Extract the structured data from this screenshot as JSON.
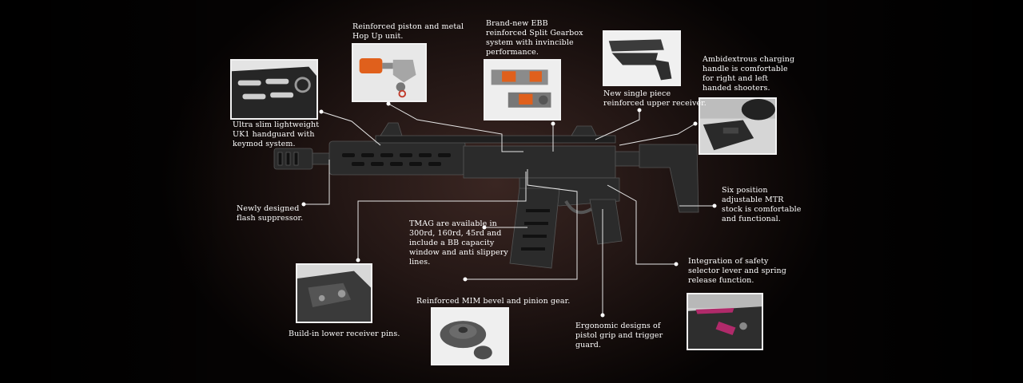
{
  "callouts": {
    "piston": "Reinforced piston and metal\nHop Up unit.",
    "gearbox": "Brand-new EBB\nreinforced Split Gearbox\nsystem with invincible\nperformance.",
    "upper_receiver": "New single piece\nreinforced upper receiver.",
    "charging_handle": "Ambidextrous charging\nhandle is comfortable\nfor right and left\nhanded shooters.",
    "handguard": "Ultra slim lightweight\nUK1 handguard with\nkeymod system.",
    "flash_suppressor": "Newly designed\nflash suppressor.",
    "stock": "Six position\nadjustable MTR\nstock is comfortable\nand functional.",
    "tmag": "TMAG are available in\n300rd, 160rd, 45rd and\ninclude a BB capacity\nwindow and anti slippery\nlines.",
    "safety": "Integration of safety\nselector lever and spring\nrelease function.",
    "lower_pins": "Build-in lower receiver pins.",
    "bevel_gear": "Reinforced MIM bevel and pinion gear.",
    "grip": "Ergonomic designs of\npistol grip and trigger\nguard."
  },
  "colors": {
    "background": "#1c1110",
    "text": "#ffffff",
    "leader": "#e6e6e6",
    "rifle": "#2b2b2b"
  }
}
